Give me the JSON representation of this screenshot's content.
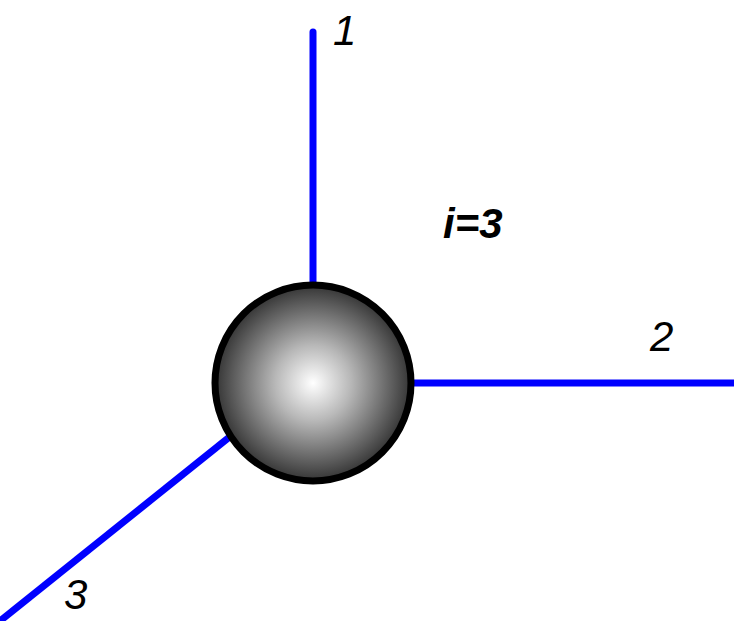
{
  "diagram": {
    "labels": [
      "1",
      "i=3",
      "2",
      "3"
    ]
  }
}
